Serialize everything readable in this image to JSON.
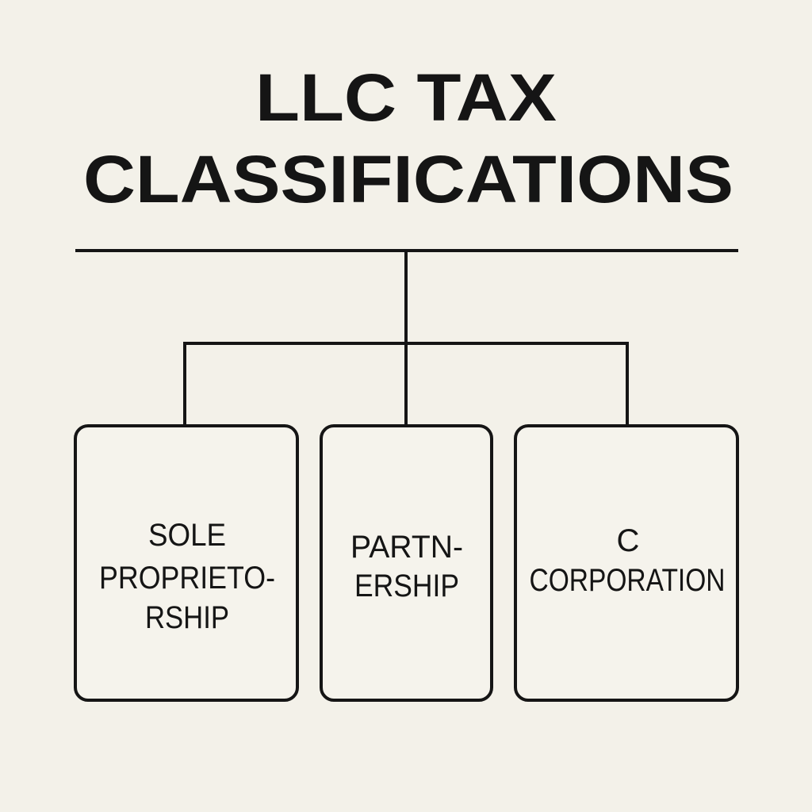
{
  "title": {
    "line1": "LLC TAX",
    "line2": "CLASSIFICATIONS"
  },
  "classifications": [
    {
      "lines": [
        "SOLE",
        "PROPRIETO-",
        "RSHIP"
      ]
    },
    {
      "lines": [
        "PARTN-",
        "ERSHIP"
      ]
    },
    {
      "lines": [
        "C",
        "CORPORATION"
      ]
    }
  ],
  "colors": {
    "background": "#f3f1e9",
    "ink": "#151515"
  }
}
